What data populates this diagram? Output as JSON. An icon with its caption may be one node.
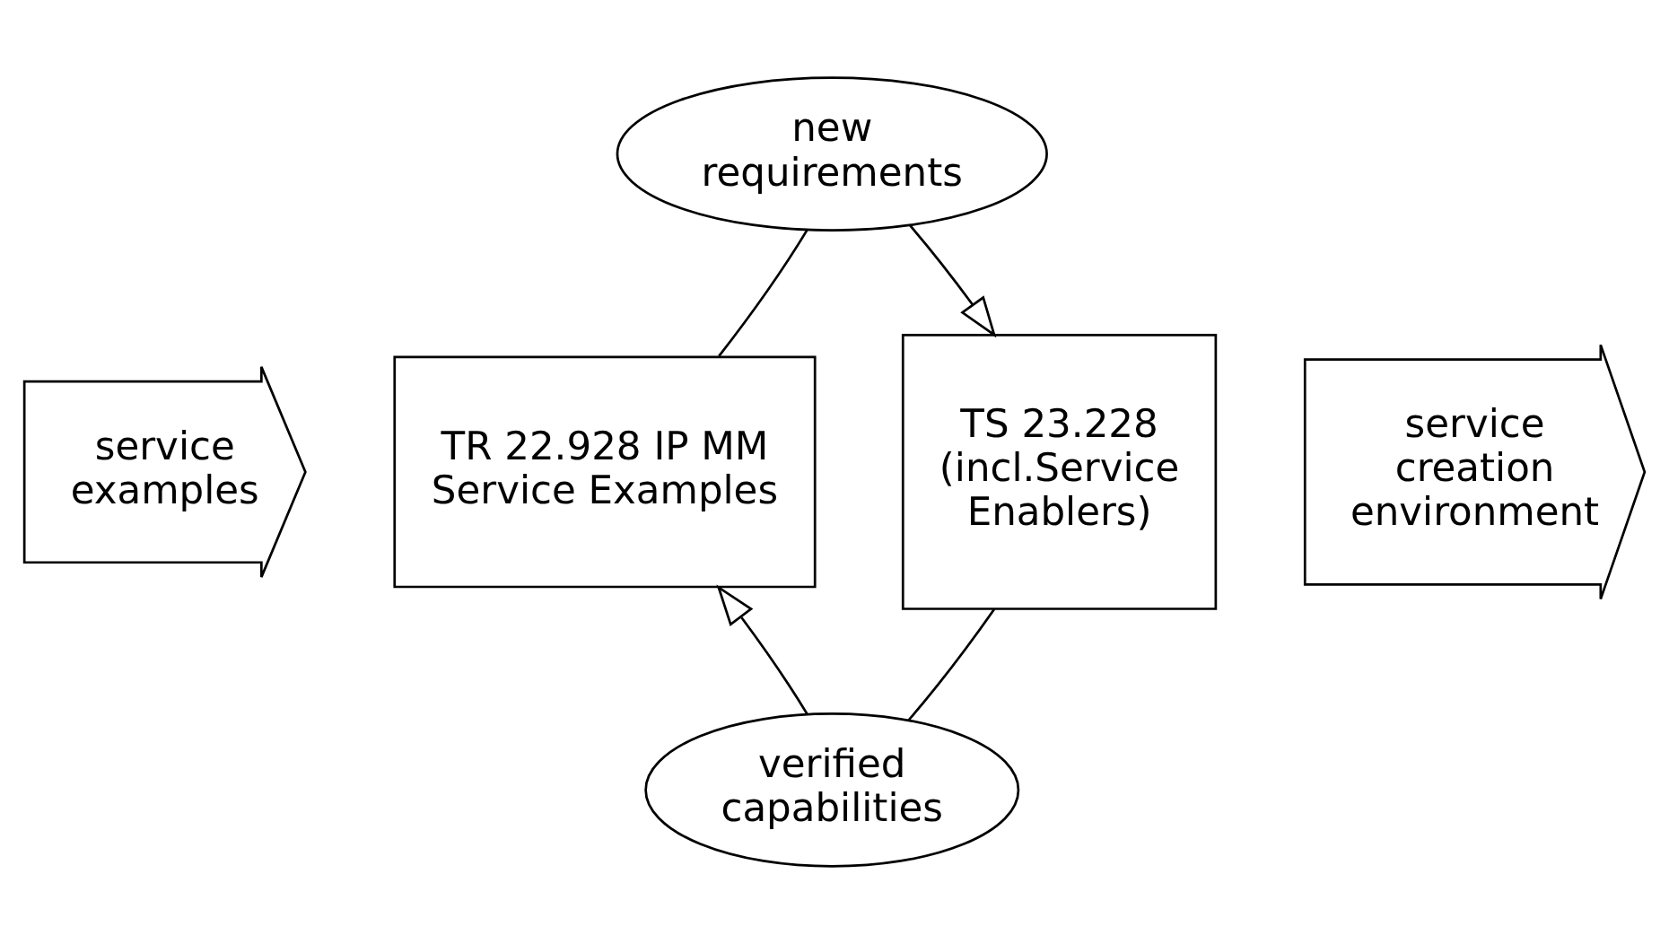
{
  "diagram": {
    "nodes": [
      {
        "text": [
          "service examples"
        ]
      },
      {
        "text": [
          "TR 22.928 IP MM Service Examples"
        ]
      },
      {
        "text": [
          "TS 23.228 (incl.Service Enablers)"
        ]
      },
      {
        "text": [
          "new requirements"
        ]
      },
      {
        "text": [
          "verified capabilities"
        ]
      },
      {
        "text": [
          "service creation environment"
        ]
      }
    ],
    "edges": [
      {
        "from": 1,
        "to": 3,
        "arrow": "none"
      },
      {
        "from": 3,
        "to": 2,
        "arrow": "to"
      },
      {
        "from": 2,
        "to": 4,
        "arrow": "none"
      },
      {
        "from": 4,
        "to": 1,
        "arrow": "to"
      }
    ]
  }
}
